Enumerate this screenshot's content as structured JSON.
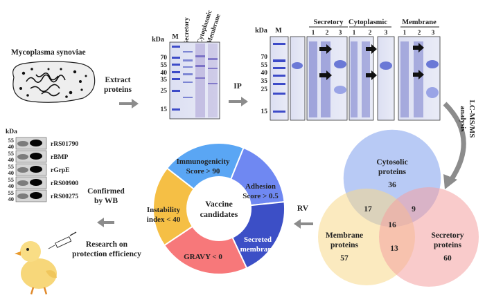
{
  "organism": "Mycoplasma synoviae",
  "steps": {
    "extract": [
      "Extract",
      "proteins"
    ],
    "ip": "IP",
    "lcms": [
      "LC-MS/MS",
      "analysis"
    ],
    "rv": "RV",
    "confirmed": [
      "Confirmed",
      "by WB"
    ],
    "research": [
      "Research on",
      "protection efficiency"
    ]
  },
  "gel1": {
    "kda_label": "kDa",
    "marker_label": "M",
    "lane_labels": [
      "Secretory",
      "Cytoplasmic",
      "Membrane"
    ],
    "markers": [
      "70",
      "55",
      "40",
      "35",
      "25",
      "15"
    ]
  },
  "gel2": {
    "kda_label": "kDa",
    "marker_label": "M",
    "markers": [
      "70",
      "55",
      "40",
      "35",
      "25",
      "15"
    ],
    "groups": [
      {
        "name": "Secretory",
        "lanes": [
          "1",
          "2",
          "3"
        ]
      },
      {
        "name": "Cytoplasmic",
        "lanes": [
          "1",
          "2",
          "3"
        ]
      },
      {
        "name": "Membrane",
        "lanes": [
          "1",
          "2",
          "3"
        ]
      }
    ]
  },
  "venn": {
    "cytosolic": {
      "label": [
        "Cytosolic",
        "proteins"
      ],
      "count": "36"
    },
    "membrane": {
      "label": [
        "Membrane",
        "proteins"
      ],
      "count": "57"
    },
    "secretory": {
      "label": [
        "Secretory",
        "proteins"
      ],
      "count": "60"
    },
    "membrane_cytosolic": "17",
    "cytosolic_secretory": "9",
    "all_three": "16",
    "membrane_secretory": "13",
    "colors": {
      "cytosolic": "#7f9fee",
      "membrane": "#f8d88a",
      "secretory": "#f4a0a0"
    }
  },
  "donut": {
    "center": [
      "Vaccine",
      "candidates"
    ],
    "segments": [
      {
        "key": "immunogenicity",
        "lines": [
          "Immunogenicity",
          "Score > 90"
        ],
        "color": "#5aa6f4"
      },
      {
        "key": "adhesion",
        "lines": [
          "Adhesion",
          "Score > 0.5"
        ],
        "color": "#6f88f2"
      },
      {
        "key": "secreted",
        "lines": [
          "Secreted",
          "membrane"
        ],
        "color": "#3c4fc6"
      },
      {
        "key": "gravy",
        "lines": [
          "GRAVY < 0"
        ],
        "color": "#f7787a"
      },
      {
        "key": "instability",
        "lines": [
          "Instability",
          "index < 40"
        ],
        "color": "#f5bf45"
      }
    ]
  },
  "wb": {
    "kda_label": "kDa",
    "rows": [
      {
        "name": "rRS01790",
        "markers": [
          "55",
          "40"
        ]
      },
      {
        "name": "rBMP",
        "markers": [
          "55",
          "40"
        ]
      },
      {
        "name": "rGrpE",
        "markers": [
          "55",
          "40"
        ]
      },
      {
        "name": "rRS00900",
        "markers": [
          "55",
          "40"
        ]
      },
      {
        "name": "rRS00275",
        "markers": [
          "55",
          "40"
        ]
      }
    ]
  }
}
